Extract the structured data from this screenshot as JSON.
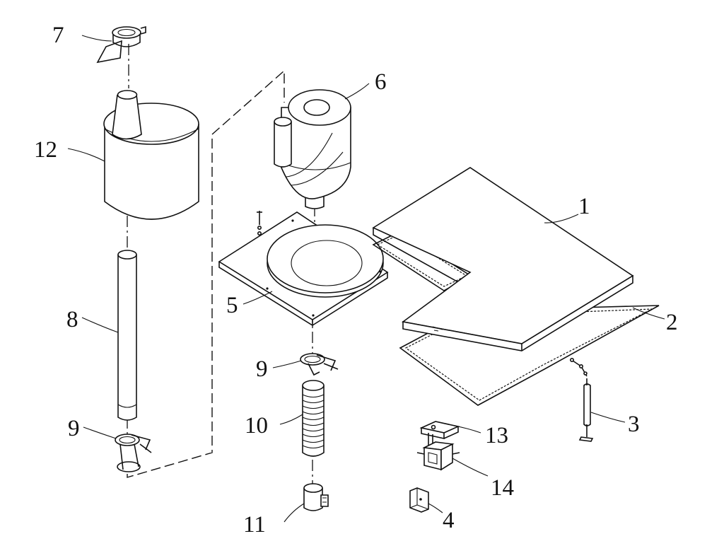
{
  "callouts": [
    {
      "id": "c7",
      "label": "7"
    },
    {
      "id": "c12",
      "label": "12"
    },
    {
      "id": "c8",
      "label": "8"
    },
    {
      "id": "c9a",
      "label": "9"
    },
    {
      "id": "c6",
      "label": "6"
    },
    {
      "id": "c5",
      "label": "5"
    },
    {
      "id": "c9b",
      "label": "9"
    },
    {
      "id": "c10",
      "label": "10"
    },
    {
      "id": "c11",
      "label": "11"
    },
    {
      "id": "c1",
      "label": "1"
    },
    {
      "id": "c2",
      "label": "2"
    },
    {
      "id": "c3",
      "label": "3"
    },
    {
      "id": "c13",
      "label": "13"
    },
    {
      "id": "c14",
      "label": "14"
    },
    {
      "id": "c4",
      "label": "4"
    }
  ]
}
